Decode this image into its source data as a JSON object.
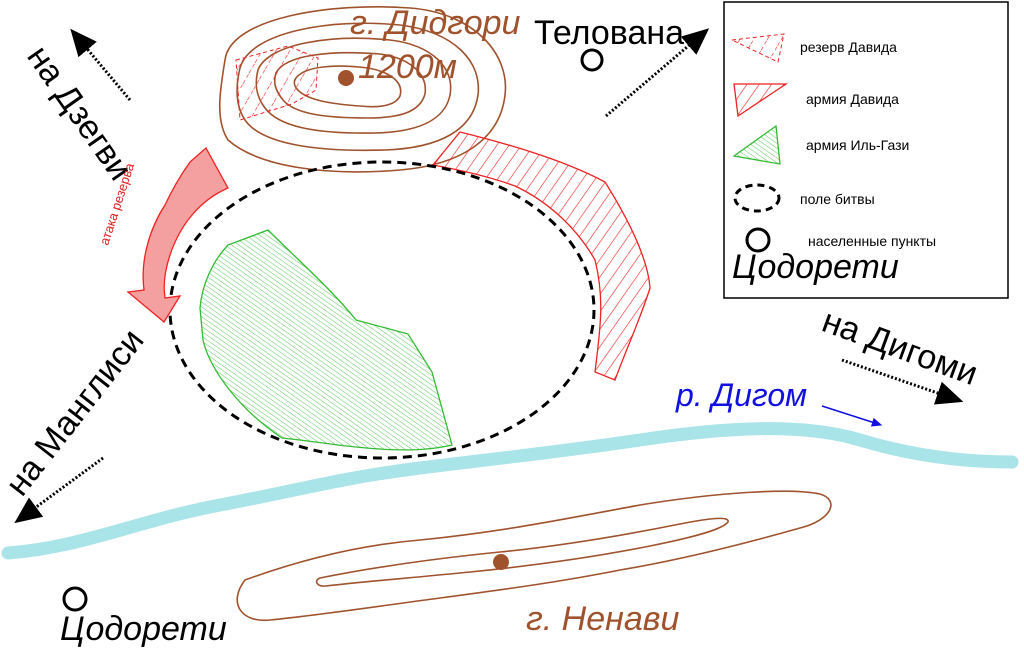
{
  "labels": {
    "mount_didgori": "г. Дидгори",
    "elevation": "1200м",
    "telovani": "Телована",
    "to_dzegvi": "на Дзегви",
    "to_manglisi": "на Манглиси",
    "to_digomi": "на Дигоми",
    "river": "р. Дигом",
    "mount_nenavi": "г. Ненави",
    "tsodoreti_bottom": "Цодорети",
    "reserve_attack": "атака резерва"
  },
  "legend": {
    "items": [
      {
        "label": "резерв Давида"
      },
      {
        "label": "армия Давида"
      },
      {
        "label": "армия Иль-Гази"
      },
      {
        "label": "поле битвы"
      },
      {
        "label": "населенные пункты"
      }
    ],
    "example_place": "Цодорети"
  },
  "colors": {
    "terrain": "#a0522d",
    "david": "#ee2222",
    "ilghazi": "#33bb33",
    "river": "#a8e4e8",
    "river_label": "#1010e0",
    "reserve_arrow": "#f5a0a0",
    "settlement": "#000000",
    "peak_marker": "#a0522d"
  }
}
